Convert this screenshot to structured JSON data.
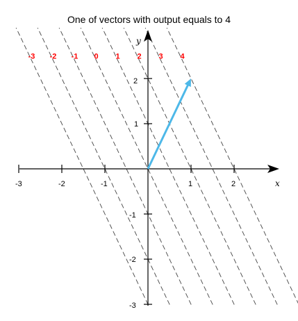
{
  "title": "One of vectors with output equals to 4",
  "axes": {
    "x_label": "x",
    "y_label": "y",
    "x_ticks": [
      "-3",
      "-2",
      "-1",
      "1",
      "2"
    ],
    "y_ticks": [
      "2",
      "1",
      "-1",
      "-2",
      "-3"
    ]
  },
  "level_lines": {
    "labels": [
      "-3",
      "-2",
      "-1",
      "0",
      "1",
      "2",
      "3",
      "4"
    ],
    "color": "#ff0000",
    "style": "dashed"
  },
  "vector": {
    "from": [
      0,
      0
    ],
    "to": [
      1,
      2
    ],
    "color": "#4db8e8"
  },
  "chart_data": {
    "type": "line",
    "title": "One of vectors with output equals to 4",
    "xlabel": "x",
    "ylabel": "y",
    "xlim": [
      -3,
      3
    ],
    "ylim": [
      -3,
      3
    ],
    "level_values": [
      -3,
      -2,
      -1,
      0,
      1,
      2,
      3,
      4
    ],
    "vector": [
      [
        0,
        0
      ],
      [
        1,
        2
      ]
    ]
  }
}
